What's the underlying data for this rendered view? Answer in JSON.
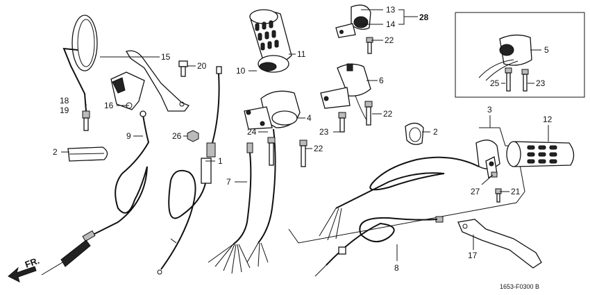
{
  "labels": {
    "p1": "1",
    "p2a": "2",
    "p2b": "2",
    "p3": "3",
    "p4": "4",
    "p5": "5",
    "p6": "6",
    "p7": "7",
    "p8": "8",
    "p9": "9",
    "p10": "10",
    "p11": "11",
    "p12": "12",
    "p13": "13",
    "p14": "14",
    "p15": "15",
    "p16": "16",
    "p17": "17",
    "p18": "18",
    "p19": "19",
    "p20": "20",
    "p21": "21",
    "p22a": "22",
    "p22b": "22",
    "p22c": "22",
    "p23a": "23",
    "p23b": "23",
    "p24": "24",
    "p25": "25",
    "p26": "26",
    "p27": "27",
    "p28": "28"
  },
  "direction_marker": "FR.",
  "diagram_code": "1653-F0300 B"
}
